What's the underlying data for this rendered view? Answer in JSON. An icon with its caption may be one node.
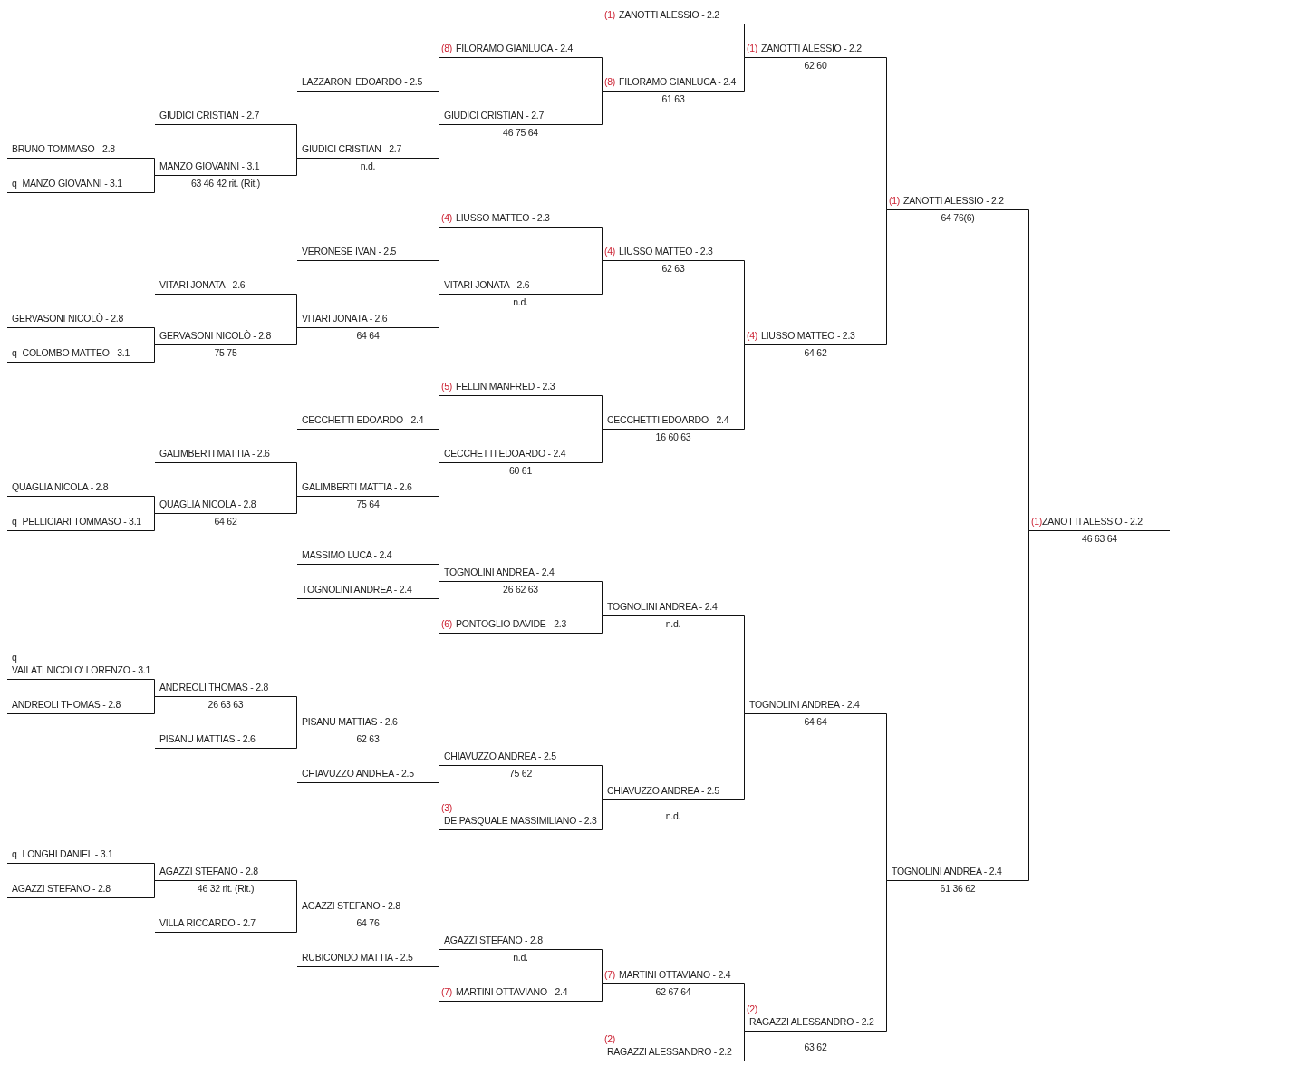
{
  "diagram": {
    "nodes": [
      {
        "text": [
          "BRUNO TOMMASO - 2.8"
        ]
      },
      {
        "text": [
          "q",
          "MANZO GIOVANNI - 3.1"
        ]
      },
      {
        "text": [
          "GERVASONI NICOLÒ - 2.8"
        ]
      },
      {
        "text": [
          "q",
          "COLOMBO MATTEO - 3.1"
        ]
      },
      {
        "text": [
          "QUAGLIA NICOLA - 2.8"
        ]
      },
      {
        "text": [
          "q",
          "PELLICIARI TOMMASO - 3.1"
        ]
      },
      {
        "text": [
          "q",
          "VAILATI NICOLO' LORENZO - 3.1"
        ]
      },
      {
        "text": [
          "ANDREOLI THOMAS - 2.8"
        ]
      },
      {
        "text": [
          "q",
          "LONGHI DANIEL - 3.1"
        ]
      },
      {
        "text": [
          "AGAZZI STEFANO - 2.8"
        ]
      },
      {
        "text": [
          "GIUDICI CRISTIAN - 2.7"
        ]
      },
      {
        "text": [
          "MANZO GIOVANNI - 3.1"
        ],
        "beside": [
          "63 46 42 rit. (Rit.)"
        ]
      },
      {
        "text": [
          "VITARI JONATA - 2.6"
        ]
      },
      {
        "text": [
          "GERVASONI NICOLÒ - 2.8"
        ],
        "beside": [
          "75 75"
        ]
      },
      {
        "text": [
          "GALIMBERTI MATTIA - 2.6"
        ]
      },
      {
        "text": [
          "QUAGLIA NICOLA - 2.8"
        ],
        "beside": [
          "64 62"
        ]
      },
      {
        "text": [
          "ANDREOLI THOMAS - 2.8"
        ],
        "beside": [
          "26 63 63"
        ]
      },
      {
        "text": [
          "PISANU MATTIAS - 2.6"
        ]
      },
      {
        "text": [
          "AGAZZI STEFANO - 2.8"
        ],
        "beside": [
          "46 32 rit. (Rit.)"
        ]
      },
      {
        "text": [
          "VILLA RICCARDO - 2.7"
        ]
      },
      {
        "text": [
          "LAZZARONI EDOARDO - 2.5"
        ]
      },
      {
        "text": [
          "GIUDICI CRISTIAN - 2.7"
        ],
        "beside": [
          "n.d."
        ]
      },
      {
        "text": [
          "VERONESE IVAN - 2.5"
        ]
      },
      {
        "text": [
          "VITARI JONATA - 2.6"
        ],
        "beside": [
          "64 64"
        ]
      },
      {
        "text": [
          "CECCHETTI EDOARDO - 2.4"
        ]
      },
      {
        "text": [
          "GALIMBERTI MATTIA - 2.6"
        ],
        "beside": [
          "75 64"
        ]
      },
      {
        "text": [
          "MASSIMO LUCA - 2.4"
        ]
      },
      {
        "text": [
          "TOGNOLINI ANDREA - 2.4"
        ]
      },
      {
        "text": [
          "PISANU MATTIAS - 2.6"
        ],
        "beside": [
          "62 63"
        ]
      },
      {
        "text": [
          "CHIAVUZZO ANDREA - 2.5"
        ]
      },
      {
        "text": [
          "AGAZZI STEFANO - 2.8"
        ],
        "beside": [
          "64 76"
        ]
      },
      {
        "text": [
          "RUBICONDO MATTIA - 2.5"
        ]
      },
      {
        "text": [
          "(8)",
          "FILORAMO GIANLUCA - 2.4"
        ]
      },
      {
        "text": [
          "GIUDICI CRISTIAN - 2.7"
        ],
        "beside": [
          "46 75 64"
        ]
      },
      {
        "text": [
          "(4)",
          "LIUSSO MATTEO - 2.3"
        ]
      },
      {
        "text": [
          "VITARI JONATA - 2.6"
        ],
        "beside": [
          "n.d."
        ]
      },
      {
        "text": [
          "(5)",
          "FELLIN MANFRED - 2.3"
        ]
      },
      {
        "text": [
          "CECCHETTI EDOARDO - 2.4"
        ],
        "beside": [
          "60 61"
        ]
      },
      {
        "text": [
          "TOGNOLINI ANDREA - 2.4"
        ],
        "beside": [
          "26 62 63"
        ]
      },
      {
        "text": [
          "(6)",
          "PONTOGLIO DAVIDE - 2.3"
        ]
      },
      {
        "text": [
          "CHIAVUZZO ANDREA - 2.5"
        ],
        "beside": [
          "75 62"
        ]
      },
      {
        "text": [
          "(3)",
          "DE PASQUALE MASSIMILIANO - 2.3"
        ]
      },
      {
        "text": [
          "AGAZZI STEFANO - 2.8"
        ],
        "beside": [
          "n.d."
        ]
      },
      {
        "text": [
          "(7)",
          "MARTINI OTTAVIANO - 2.4"
        ]
      },
      {
        "text": [
          "(1)",
          "ZANOTTI ALESSIO - 2.2"
        ]
      },
      {
        "text": [
          "(8)",
          "FILORAMO GIANLUCA - 2.4"
        ],
        "beside": [
          "61 63"
        ]
      },
      {
        "text": [
          "(4)",
          "LIUSSO MATTEO - 2.3"
        ],
        "beside": [
          "62 63"
        ]
      },
      {
        "text": [
          "CECCHETTI EDOARDO - 2.4"
        ],
        "beside": [
          "16 60 63"
        ]
      },
      {
        "text": [
          "TOGNOLINI ANDREA - 2.4"
        ],
        "beside": [
          "n.d."
        ]
      },
      {
        "text": [
          "CHIAVUZZO ANDREA - 2.5"
        ],
        "beside": [
          "n.d."
        ]
      },
      {
        "text": [
          "(7)",
          "MARTINI OTTAVIANO - 2.4"
        ],
        "beside": [
          "62 67 64"
        ]
      },
      {
        "text": [
          "(2)",
          "RAGAZZI ALESSANDRO - 2.2"
        ]
      },
      {
        "text": [
          "(1)",
          "ZANOTTI ALESSIO - 2.2"
        ],
        "beside": [
          "62 60"
        ]
      },
      {
        "text": [
          "(4)",
          "LIUSSO MATTEO - 2.3"
        ],
        "beside": [
          "64 62"
        ]
      },
      {
        "text": [
          "TOGNOLINI ANDREA - 2.4"
        ],
        "beside": [
          "64 64"
        ]
      },
      {
        "text": [
          "(2)",
          "RAGAZZI ALESSANDRO - 2.2"
        ],
        "beside": [
          "63 62"
        ]
      },
      {
        "text": [
          "(1)",
          "ZANOTTI ALESSIO - 2.2"
        ],
        "beside": [
          "64 76(6)"
        ]
      },
      {
        "text": [
          "TOGNOLINI ANDREA - 2.4"
        ],
        "beside": [
          "61 36 62"
        ]
      },
      {
        "text": [
          "(1)",
          "ZANOTTI ALESSIO - 2.2"
        ],
        "beside": [
          "46 63 64"
        ]
      }
    ],
    "edges": [
      {
        "from": 0,
        "to": 11,
        "arrow": "none"
      },
      {
        "from": 1,
        "to": 11,
        "arrow": "none"
      },
      {
        "from": 2,
        "to": 13,
        "arrow": "none"
      },
      {
        "from": 3,
        "to": 13,
        "arrow": "none"
      },
      {
        "from": 4,
        "to": 15,
        "arrow": "none"
      },
      {
        "from": 5,
        "to": 15,
        "arrow": "none"
      },
      {
        "from": 6,
        "to": 16,
        "arrow": "none"
      },
      {
        "from": 7,
        "to": 16,
        "arrow": "none"
      },
      {
        "from": 8,
        "to": 18,
        "arrow": "none"
      },
      {
        "from": 9,
        "to": 18,
        "arrow": "none"
      },
      {
        "from": 10,
        "to": 21,
        "arrow": "none"
      },
      {
        "from": 11,
        "to": 21,
        "arrow": "none"
      },
      {
        "from": 12,
        "to": 23,
        "arrow": "none"
      },
      {
        "from": 13,
        "to": 23,
        "arrow": "none"
      },
      {
        "from": 14,
        "to": 25,
        "arrow": "none"
      },
      {
        "from": 15,
        "to": 25,
        "arrow": "none"
      },
      {
        "from": 16,
        "to": 28,
        "arrow": "none"
      },
      {
        "from": 17,
        "to": 28,
        "arrow": "none"
      },
      {
        "from": 18,
        "to": 30,
        "arrow": "none"
      },
      {
        "from": 19,
        "to": 30,
        "arrow": "none"
      },
      {
        "from": 20,
        "to": 33,
        "arrow": "none"
      },
      {
        "from": 21,
        "to": 33,
        "arrow": "none"
      },
      {
        "from": 22,
        "to": 35,
        "arrow": "none"
      },
      {
        "from": 23,
        "to": 35,
        "arrow": "none"
      },
      {
        "from": 24,
        "to": 37,
        "arrow": "none"
      },
      {
        "from": 25,
        "to": 37,
        "arrow": "none"
      },
      {
        "from": 26,
        "to": 38,
        "arrow": "none"
      },
      {
        "from": 27,
        "to": 38,
        "arrow": "none"
      },
      {
        "from": 28,
        "to": 40,
        "arrow": "none"
      },
      {
        "from": 29,
        "to": 40,
        "arrow": "none"
      },
      {
        "from": 30,
        "to": 42,
        "arrow": "none"
      },
      {
        "from": 31,
        "to": 42,
        "arrow": "none"
      },
      {
        "from": 32,
        "to": 45,
        "arrow": "none"
      },
      {
        "from": 33,
        "to": 45,
        "arrow": "none"
      },
      {
        "from": 34,
        "to": 46,
        "arrow": "none"
      },
      {
        "from": 35,
        "to": 46,
        "arrow": "none"
      },
      {
        "from": 36,
        "to": 47,
        "arrow": "none"
      },
      {
        "from": 37,
        "to": 47,
        "arrow": "none"
      },
      {
        "from": 38,
        "to": 48,
        "arrow": "none"
      },
      {
        "from": 39,
        "to": 48,
        "arrow": "none"
      },
      {
        "from": 40,
        "to": 49,
        "arrow": "none"
      },
      {
        "from": 41,
        "to": 49,
        "arrow": "none"
      },
      {
        "from": 42,
        "to": 50,
        "arrow": "none"
      },
      {
        "from": 43,
        "to": 50,
        "arrow": "none"
      },
      {
        "from": 44,
        "to": 52,
        "arrow": "none"
      },
      {
        "from": 45,
        "to": 52,
        "arrow": "none"
      },
      {
        "from": 46,
        "to": 53,
        "arrow": "none"
      },
      {
        "from": 47,
        "to": 53,
        "arrow": "none"
      },
      {
        "from": 48,
        "to": 54,
        "arrow": "none"
      },
      {
        "from": 49,
        "to": 54,
        "arrow": "none"
      },
      {
        "from": 50,
        "to": 55,
        "arrow": "none"
      },
      {
        "from": 51,
        "to": 55,
        "arrow": "none"
      },
      {
        "from": 52,
        "to": 56,
        "arrow": "none"
      },
      {
        "from": 53,
        "to": 56,
        "arrow": "none"
      },
      {
        "from": 54,
        "to": 57,
        "arrow": "none"
      },
      {
        "from": 55,
        "to": 57,
        "arrow": "none"
      },
      {
        "from": 56,
        "to": 58,
        "arrow": "none"
      },
      {
        "from": 57,
        "to": 58,
        "arrow": "none"
      }
    ]
  }
}
